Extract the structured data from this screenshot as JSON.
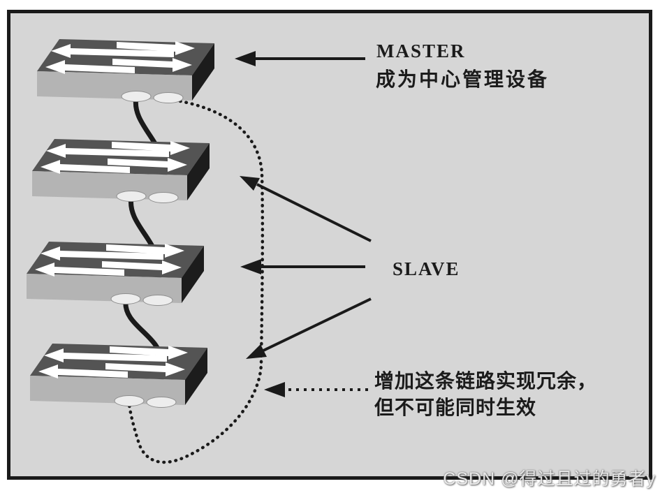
{
  "labels": {
    "master_title": "MASTER",
    "master_subtitle": "成为中心管理设备",
    "slave": "SLAVE",
    "redundancy_line1": "增加这条链路实现冗余，",
    "redundancy_line2": "但不可能同时生效"
  },
  "switches": [
    {
      "role": "MASTER"
    },
    {
      "role": "SLAVE"
    },
    {
      "role": "SLAVE"
    },
    {
      "role": "SLAVE"
    }
  ],
  "links": {
    "stack_cable_count": 3,
    "redundant_link_style": "dotted-arc"
  },
  "watermark": "CSDN @得过且过的勇者y",
  "colors": {
    "canvas_bg": "#d6d6d6",
    "line": "#1a1a1a",
    "switch_top": "#545454",
    "switch_front": "#b4b4b4",
    "switch_side": "#1c1c1c"
  }
}
